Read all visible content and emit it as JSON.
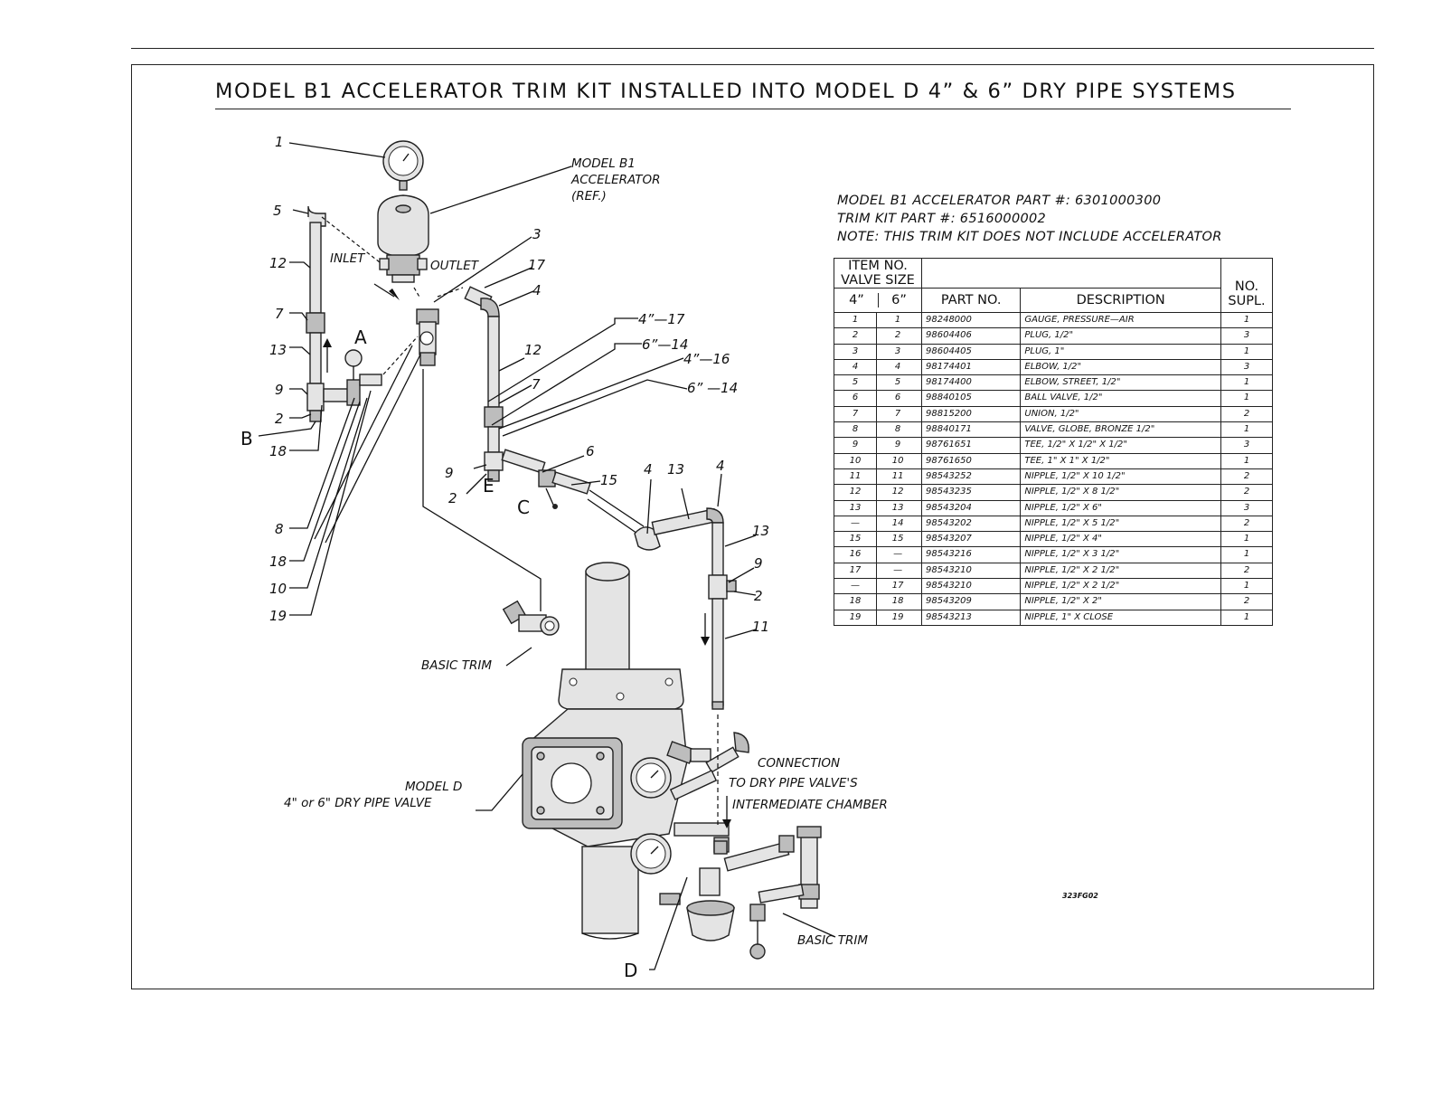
{
  "title": "MODEL B1 ACCELERATOR TRIM KIT INSTALLED INTO MODEL D 4” & 6” DRY PIPE SYSTEMS",
  "info": {
    "accelerator_part": "MODEL B1 ACCELERATOR PART #:   6301000300",
    "trim_kit_part": "TRIM KIT PART #:   6516000002",
    "note": "NOTE:   THIS TRIM KIT DOES NOT INCLUDE ACCELERATOR"
  },
  "table": {
    "header_item": "ITEM",
    "header_no": "NO.",
    "header_valve": "VALVE",
    "header_size": "SIZE",
    "header_4": "4”",
    "header_6": "6”",
    "header_part": "PART NO.",
    "header_desc": "DESCRIPTION",
    "header_supl_1": "NO.",
    "header_supl_2": "SUPL.",
    "rows": [
      {
        "v4": "1",
        "v6": "1",
        "part": "98248000",
        "desc": "GAUGE, PRESSURE—AIR",
        "qty": "1"
      },
      {
        "v4": "2",
        "v6": "2",
        "part": "98604406",
        "desc": "PLUG, 1/2\"",
        "qty": "3"
      },
      {
        "v4": "3",
        "v6": "3",
        "part": "98604405",
        "desc": "PLUG, 1\"",
        "qty": "1"
      },
      {
        "v4": "4",
        "v6": "4",
        "part": "98174401",
        "desc": "ELBOW, 1/2\"",
        "qty": "3"
      },
      {
        "v4": "5",
        "v6": "5",
        "part": "98174400",
        "desc": "ELBOW, STREET, 1/2\"",
        "qty": "1"
      },
      {
        "v4": "6",
        "v6": "6",
        "part": "98840105",
        "desc": "BALL VALVE, 1/2\"",
        "qty": "1"
      },
      {
        "v4": "7",
        "v6": "7",
        "part": "98815200",
        "desc": "UNION, 1/2\"",
        "qty": "2"
      },
      {
        "v4": "8",
        "v6": "8",
        "part": "98840171",
        "desc": "VALVE, GLOBE, BRONZE 1/2\"",
        "qty": "1"
      },
      {
        "v4": "9",
        "v6": "9",
        "part": "98761651",
        "desc": "TEE, 1/2\" X 1/2\" X 1/2\"",
        "qty": "3"
      },
      {
        "v4": "10",
        "v6": "10",
        "part": "98761650",
        "desc": "TEE, 1\" X 1\" X 1/2\"",
        "qty": "1"
      },
      {
        "v4": "11",
        "v6": "11",
        "part": "98543252",
        "desc": "NIPPLE, 1/2\" X 10 1/2\"",
        "qty": "2"
      },
      {
        "v4": "12",
        "v6": "12",
        "part": "98543235",
        "desc": "NIPPLE, 1/2\" X 8 1/2\"",
        "qty": "2"
      },
      {
        "v4": "13",
        "v6": "13",
        "part": "98543204",
        "desc": "NIPPLE, 1/2\" X 6\"",
        "qty": "3"
      },
      {
        "v4": "—",
        "v6": "14",
        "part": "98543202",
        "desc": "NIPPLE, 1/2\" X 5 1/2\"",
        "qty": "2"
      },
      {
        "v4": "15",
        "v6": "15",
        "part": "98543207",
        "desc": "NIPPLE, 1/2\" X 4\"",
        "qty": "1"
      },
      {
        "v4": "16",
        "v6": "—",
        "part": "98543216",
        "desc": "NIPPLE, 1/2\" X 3 1/2\"",
        "qty": "1"
      },
      {
        "v4": "17",
        "v6": "—",
        "part": "98543210",
        "desc": "NIPPLE, 1/2\" X 2 1/2\"",
        "qty": "2"
      },
      {
        "v4": "—",
        "v6": "17",
        "part": "98543210",
        "desc": "NIPPLE, 1/2\" X 2 1/2\"",
        "qty": "1"
      },
      {
        "v4": "18",
        "v6": "18",
        "part": "98543209",
        "desc": "NIPPLE, 1/2\" X 2\"",
        "qty": "2"
      },
      {
        "v4": "19",
        "v6": "19",
        "part": "98543213",
        "desc": "NIPPLE, 1\" X CLOSE",
        "qty": "1"
      }
    ]
  },
  "labels": {
    "accelerator": [
      "MODEL B1",
      "ACCELERATOR",
      "(REF.)"
    ],
    "inlet": "INLET",
    "outlet": "OUTLET",
    "basic_trim_1": "BASIC TRIM",
    "basic_trim_2": "BASIC TRIM",
    "dry_pipe_valve": [
      "MODEL D",
      "4\" or 6\" DRY PIPE VALVE"
    ],
    "connection": [
      "CONNECTION",
      "TO DRY PIPE VALVE'S",
      "INTERMEDIATE CHAMBER"
    ],
    "a": "A",
    "b": "B",
    "c": "C",
    "d": "D",
    "e": "E",
    "n1": "1",
    "n5": "5",
    "n12a": "12",
    "n7a": "7",
    "n13a": "13",
    "n9a": "9",
    "n2a": "2",
    "n18a": "18",
    "n8": "8",
    "n18b": "18",
    "n10": "10",
    "n19": "19",
    "n3": "3",
    "n17": "17",
    "n4a": "4",
    "c4_17": "4”—17",
    "c6_14a": "6”—14",
    "c4_16": "4”—16",
    "c6_14b": "6” —14",
    "n12b": "12",
    "n7b": "7",
    "n6": "6",
    "n15": "15",
    "n9b": "9",
    "n2b": "2",
    "n4b": "4",
    "n13b": "13",
    "n4c": "4",
    "n13c": "13",
    "n9c": "9",
    "n2c": "2",
    "n11": "11"
  },
  "figure_id": "323FG02"
}
